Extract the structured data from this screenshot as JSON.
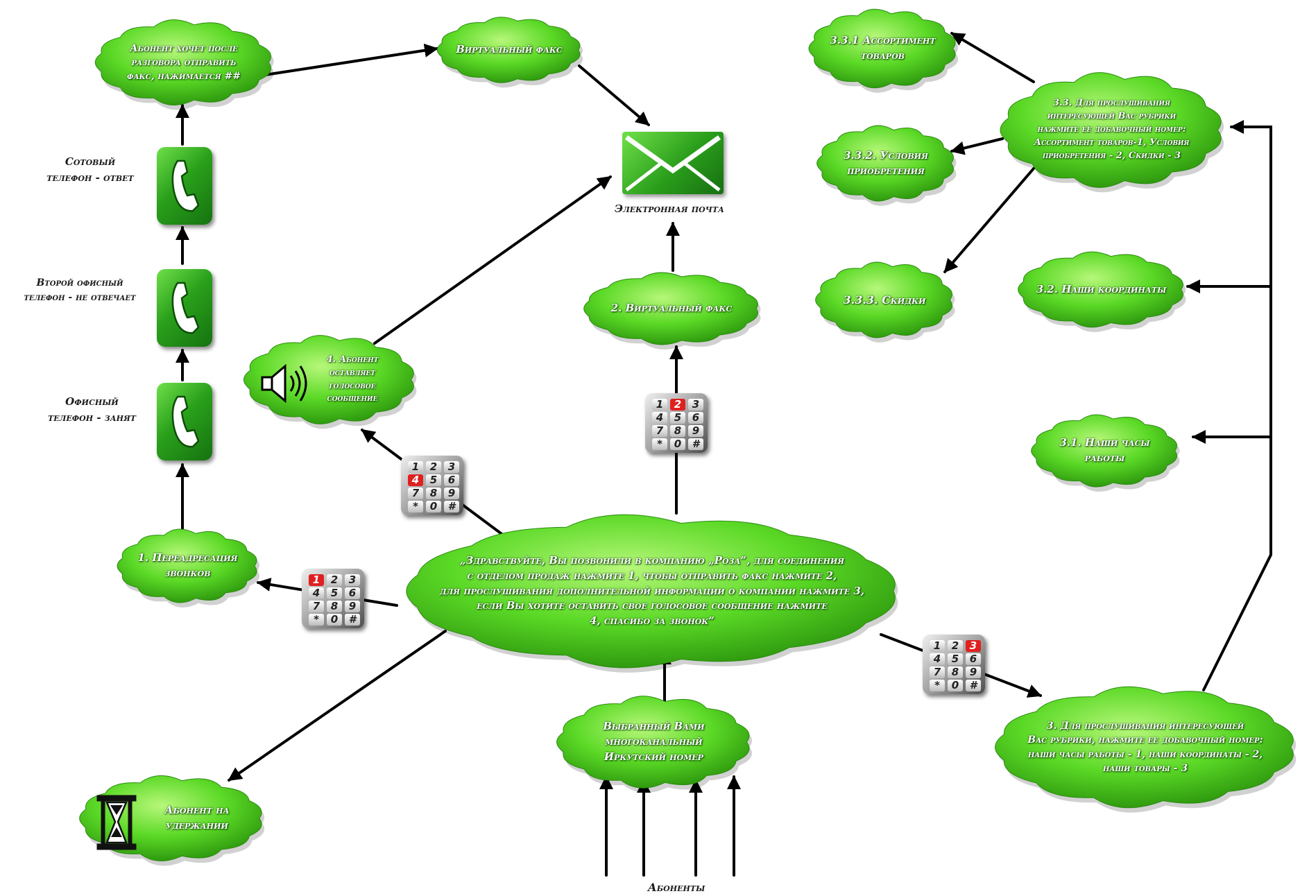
{
  "colors": {
    "cloud_light": "#b7f77a",
    "cloud_mid": "#5bd926",
    "cloud_dark": "#2f9a0f",
    "arrow": "#000000",
    "key_highlight": "#e02020"
  },
  "clouds": {
    "main": "„Здравствуйте, Вы позвонили в компанию „Роза”, для соединения\nс отделом продаж нажмите 1, чтобы отправить факс нажмите 2,\nдля прослушивания дополнительной информации о компании нажмите 3,\nесли Вы хотите оставить свое голосовое сообщение нажмите\n4, спасибо за звонок”",
    "fax_after_call": "Абонент хочет после\nразговора отправить\nфакс, нажимается ##",
    "virtual_fax_top": "Виртуальный факс",
    "redirect": "1. Переадресация\nзвонков",
    "voicemail": "4. Абонент\nоставляет\nголосовое\nсообщение",
    "virtual_fax": "2. Виртуальный факс",
    "on_hold": "Абонент на\nудержании",
    "irkutsk_number": "Выбранный Вами\nмногоканальный\nИркутский номер",
    "info_menu": "3. Для прослушивания интересующей\nВас рубрики, нажмите ее добавочный номер:\nнаши часы работы - 1, наши координаты - 2,\nнаши товары - 3",
    "hours": "3.1. Наши часы\nработы",
    "coordinates": "3.2. Наши координаты",
    "goods_menu": "3.3. Для прослушивания\nинтересующей Вас рубрики\nнажмите ее добавочный номер:\nАссортимент товаров-1, Условия\nприобретения - 2, Скидки - 3",
    "assortment": "3.3.1 Ассортимент\nтоваров",
    "conditions": "3.3.2. Условия\nприобретения",
    "discounts": "3.3.3. Скидки"
  },
  "labels": {
    "cell_phone": "Сотовый\nтелефон - ответ",
    "second_office_phone": "Второй офисный\nтелефон - не отвечает",
    "office_phone": "Офисный\nтелефон - занят",
    "email": "Электронная почта",
    "subscribers": "Абоненты"
  },
  "keypad": {
    "keys": [
      "1",
      "2",
      "3",
      "4",
      "5",
      "6",
      "7",
      "8",
      "9",
      "*",
      "0",
      "#"
    ],
    "highlighted": {
      "redirect": "1",
      "fax": "2",
      "info": "3",
      "voicemail": "4"
    }
  },
  "icons": {
    "phones": "phone-handset-icon",
    "envelope": "envelope-icon",
    "speaker": "speaker-icon",
    "hourglass": "hourglass-icon",
    "keypad": "keypad-icon"
  }
}
